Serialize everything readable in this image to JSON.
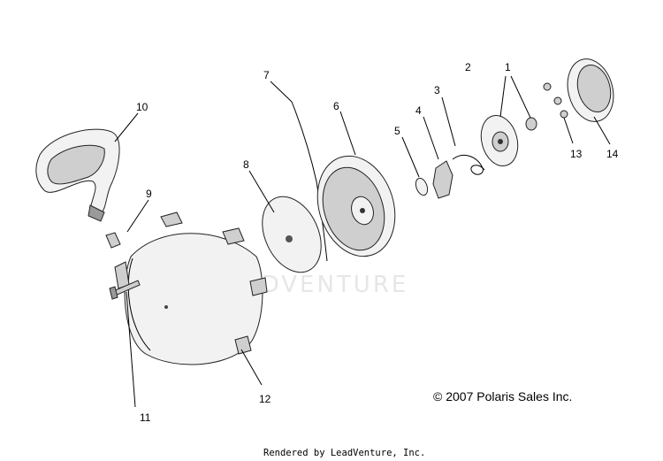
{
  "callouts": {
    "c1": "1",
    "c2": "2",
    "c3": "3",
    "c4": "4",
    "c5": "5",
    "c6": "6",
    "c7": "7",
    "c8": "8",
    "c9": "9",
    "c10": "10",
    "c11": "11",
    "c12": "12",
    "c13": "13",
    "c14": "14"
  },
  "watermark": "LEADVENTURE",
  "copyright": "© 2007 Polaris Sales Inc.",
  "footer": "Rendered by LeadVenture, Inc."
}
